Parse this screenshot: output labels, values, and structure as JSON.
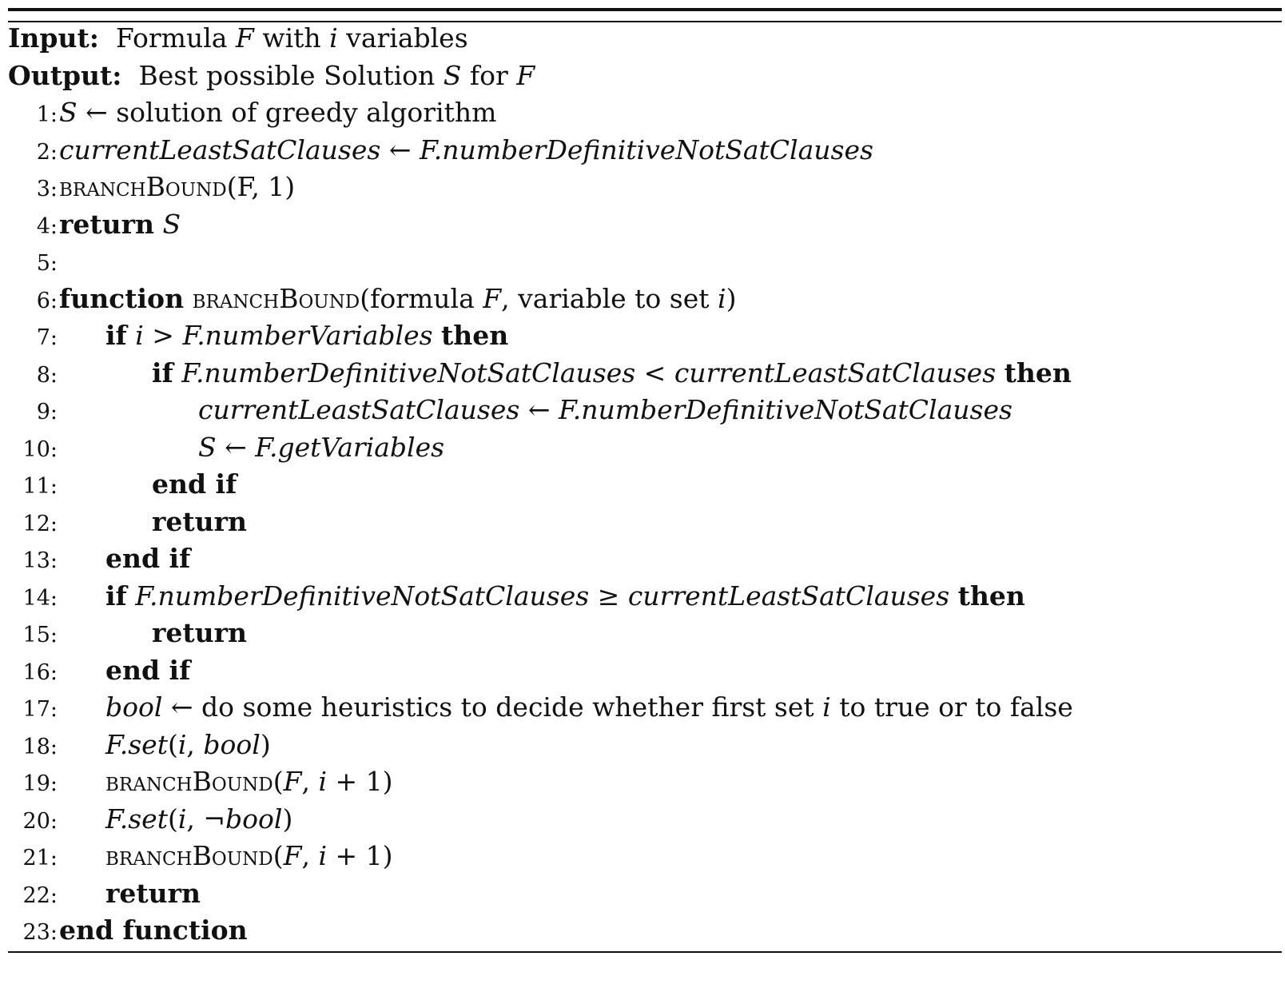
{
  "input": {
    "label": "Input:",
    "pre": "Formula ",
    "F": "F",
    "mid": " with ",
    "i": "i",
    "post": " variables"
  },
  "output": {
    "label": "Output:",
    "pre": "Best possible Solution ",
    "S": "S",
    "mid": " for ",
    "F": "F"
  },
  "lines": [
    {
      "n": "1:",
      "t": "S ← solution of greedy algorithm"
    },
    {
      "n": "2:",
      "t": "currentLeastSatClauses ← F.numberDefinitiveNotSatClauses"
    },
    {
      "n": "3:",
      "t": "branchBound(F, 1)"
    },
    {
      "n": "4:",
      "t": "return S"
    },
    {
      "n": "5:",
      "t": ""
    },
    {
      "n": "6:",
      "t": "function branchBound(formula F, variable to set i)"
    },
    {
      "n": "7:",
      "t": "if i > F.numberVariables then"
    },
    {
      "n": "8:",
      "t": "if F.numberDefinitiveNotSatClauses < currentLeastSatClauses then"
    },
    {
      "n": "9:",
      "t": "currentLeastSatClauses ← F.numberDefinitiveNotSatClauses"
    },
    {
      "n": "10:",
      "t": "S ← F.getVariables"
    },
    {
      "n": "11:",
      "t": "end if"
    },
    {
      "n": "12:",
      "t": "return"
    },
    {
      "n": "13:",
      "t": "end if"
    },
    {
      "n": "14:",
      "t": "if F.numberDefinitiveNotSatClauses ≥ currentLeastSatClauses then"
    },
    {
      "n": "15:",
      "t": "return"
    },
    {
      "n": "16:",
      "t": "end if"
    },
    {
      "n": "17:",
      "t": "bool ← do some heuristics to decide whether first set i to true or to false"
    },
    {
      "n": "18:",
      "t": "F.set(i, bool)"
    },
    {
      "n": "19:",
      "t": "branchBound(F, i + 1)"
    },
    {
      "n": "20:",
      "t": "F.set(i, ¬bool)"
    },
    {
      "n": "21:",
      "t": "branchBound(F, i + 1)"
    },
    {
      "n": "22:",
      "t": "return"
    },
    {
      "n": "23:",
      "t": "end function"
    }
  ],
  "tokens": {
    "S": "S",
    "F": "F",
    "i": "i",
    "arrow": " ← ",
    "greedy": "solution of greedy algorithm",
    "cls": "currentLeastSatClauses",
    "fndnsc": "F.numberDefinitiveNotSatClauses",
    "fnv": "F.numberVariables",
    "fgv": "F.getVariables",
    "fset": "F.set",
    "bool": "bool",
    "notbool": "¬bool",
    "return": "return",
    "function": "function",
    "if": "if",
    "then": "then",
    "endif": "end if",
    "endfunction": "end function",
    "branch_a": "branch",
    "branch_b": "Bound",
    "call_one": "(F, 1)",
    "call_formula": "(formula ",
    "call_var": ", variable to set ",
    "close": ")",
    "gt": " > ",
    "lt": " < ",
    "ge": " ≥ ",
    "heur_a": " ← do some heuristics to decide whether first set ",
    "heur_b": " to true or to false",
    "plus_one": " + 1)",
    "comma": ", ",
    "open": "(",
    "one": "1"
  }
}
